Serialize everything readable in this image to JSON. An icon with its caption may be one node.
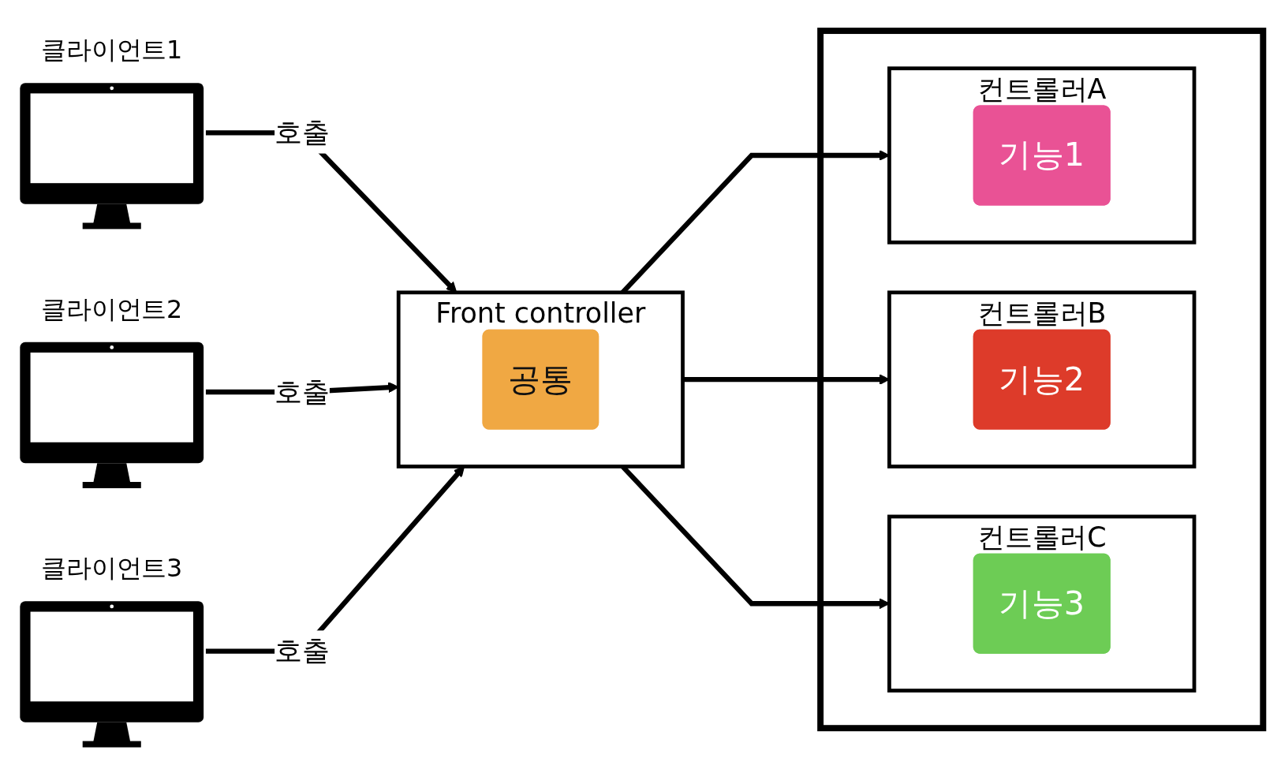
{
  "diagram": {
    "nodes": [
      {
        "text": [
          "클라이언트1"
        ]
      },
      {
        "text": [
          "클라이언트2"
        ]
      },
      {
        "text": [
          "클라이언트3"
        ]
      },
      {
        "text": [
          "Front controller"
        ]
      },
      {
        "text": [
          "공통"
        ],
        "in": 3
      },
      {
        "text": [],
        "shape": "box"
      },
      {
        "text": [
          "컨트롤러A"
        ],
        "in": 5
      },
      {
        "text": [
          "기능1"
        ],
        "in": 6
      },
      {
        "text": [
          "컨트롤러B"
        ],
        "in": 5
      },
      {
        "text": [
          "기능2"
        ],
        "in": 8
      },
      {
        "text": [
          "컨트롤러C"
        ],
        "in": 5
      },
      {
        "text": [
          "기능3"
        ],
        "in": 10
      }
    ],
    "edges": [
      {
        "from": 0,
        "to": 3,
        "label": "호출",
        "arrow": "to"
      },
      {
        "from": 1,
        "to": 3,
        "label": "호출",
        "arrow": "to"
      },
      {
        "from": 2,
        "to": 3,
        "label": "호출",
        "arrow": "to"
      },
      {
        "from": 3,
        "to": 6,
        "arrow": "to"
      },
      {
        "from": 3,
        "to": 8,
        "arrow": "to"
      },
      {
        "from": 3,
        "to": 10,
        "arrow": "to"
      }
    ]
  }
}
